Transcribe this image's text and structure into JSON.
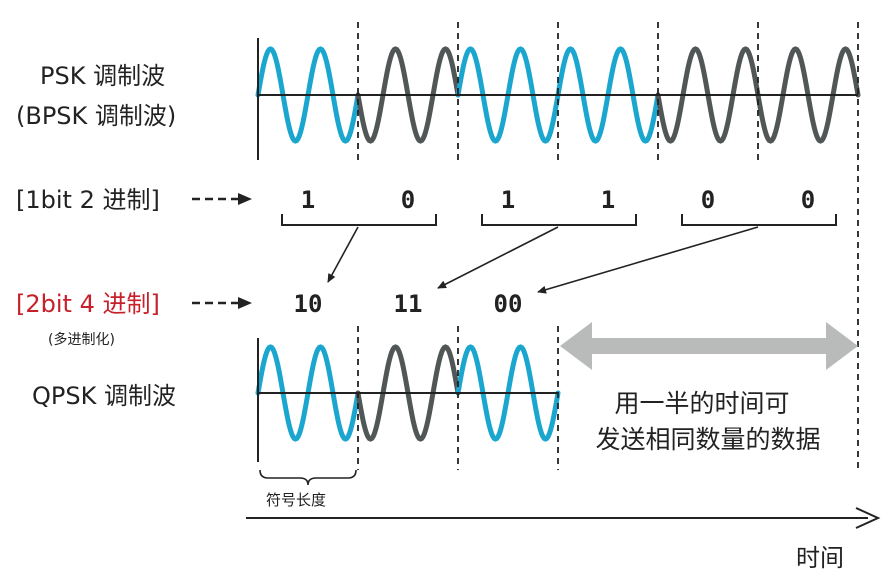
{
  "colors": {
    "blue": "#1aa6cf",
    "gray": "#515656",
    "red": "#c8202a",
    "text": "#222222",
    "arrow": "#b9bbbb"
  },
  "labels": {
    "psk_line1": "PSK 调制波",
    "psk_line2": "(BPSK 调制波)",
    "bin1": "[1bit 2 进制]",
    "bin2": "[2bit 4 进制]",
    "multi": "(多进制化)",
    "qpsk": "QPSK 调制波",
    "symbol_length": "符号长度",
    "half_time_line1": "用一半的时间可",
    "half_time_line2": "发送相同数量的数据",
    "time": "时间"
  },
  "bpsk": {
    "bits": [
      "1",
      "0",
      "1",
      "1",
      "0",
      "0"
    ]
  },
  "qpsk": {
    "symbols": [
      "10",
      "11",
      "00"
    ]
  }
}
